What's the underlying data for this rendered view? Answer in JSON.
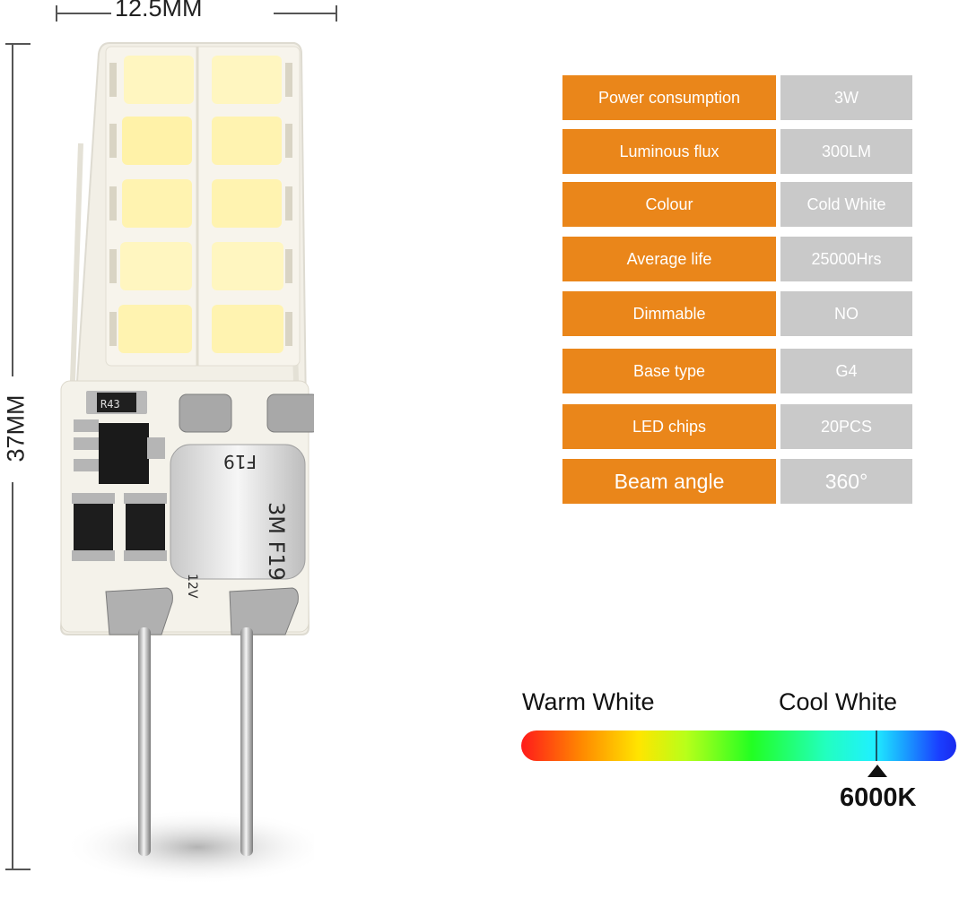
{
  "dimensions": {
    "width_label": "12.5MM",
    "height_label": "37MM"
  },
  "specs": [
    {
      "label": "Power consumption",
      "value": "3W"
    },
    {
      "label": "Luminous flux",
      "value": "300LM"
    },
    {
      "label": "Colour",
      "value": "Cold White"
    },
    {
      "label": "Average life",
      "value": "25000Hrs"
    },
    {
      "label": "Dimmable",
      "value": "NO"
    },
    {
      "label": "Base type",
      "value": "G4"
    },
    {
      "label": "LED chips",
      "value": "20PCS"
    },
    {
      "label": "Beam angle",
      "value": "360°"
    }
  ],
  "colour_scale": {
    "warm_label": "Warm White",
    "cool_label": "Cool White",
    "marker_value": "6000K"
  },
  "component_labels": {
    "resistor": "R43",
    "capacitor_code": "F19",
    "capacitor_code_2": "3M F19",
    "capacitor_voltage": "12V"
  },
  "colors": {
    "spec_key_bg": "#ea861a",
    "spec_value_bg": "#c9c9c9",
    "led_chip": "#fff5b8",
    "pcb": "#f7f4ec"
  }
}
